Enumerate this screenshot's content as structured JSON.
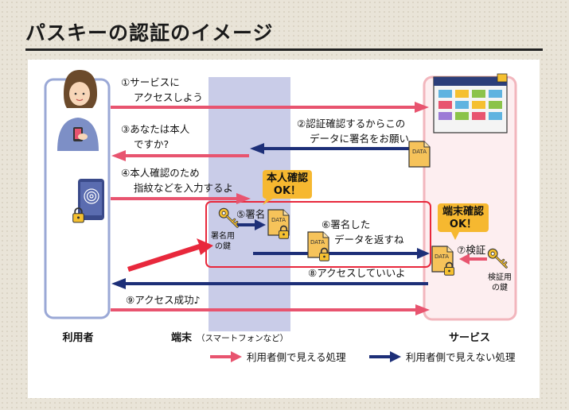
{
  "title": "パスキーの認証のイメージ",
  "actors": {
    "user": "利用者",
    "device": "端末",
    "device_note": "（スマートフォンなど）",
    "service": "サービス"
  },
  "steps": {
    "s1_line1": "①サービスに",
    "s1_line2": "アクセスしよう",
    "s2_line1": "②認証確認するからこの",
    "s2_line2": "データに署名をお願い",
    "s3_line1": "③あなたは本人",
    "s3_line2": "ですか?",
    "s4_line1": "④本人確認のため",
    "s4_line2": "指紋などを入力するよ",
    "s5": "⑤署名",
    "s6_line1": "⑥署名した",
    "s6_line2": "データを返すね",
    "s7": "⑦検証",
    "s8": "⑧アクセスしていいよ",
    "s9": "⑨アクセス成功♪"
  },
  "callouts": {
    "identity_ok_line1": "本人確認",
    "identity_ok_line2": "OK！",
    "device_ok_line1": "端末確認",
    "device_ok_line2": "OK！"
  },
  "keys": {
    "signing_key_line1": "署名用",
    "signing_key_line2": "の鍵",
    "verify_key_line1": "検証用",
    "verify_key_line2": "の鍵"
  },
  "data_label": "DATA",
  "legend": {
    "visible": "利用者側で見える処理",
    "invisible": "利用者側で見えない処理"
  },
  "colors": {
    "visible_arrow": "#e8546f",
    "invisible_arrow": "#1d2f78",
    "device_band": "#c9cce8",
    "user_frame": "#9aa8d6",
    "service_frame": "#f2b6bd",
    "callout": "#f6b830",
    "highlight": "#e8283c"
  },
  "icons": [
    "person-icon",
    "fingerprint-phone-icon",
    "lock-icon",
    "key-icon",
    "data-document-icon",
    "website-icon"
  ]
}
